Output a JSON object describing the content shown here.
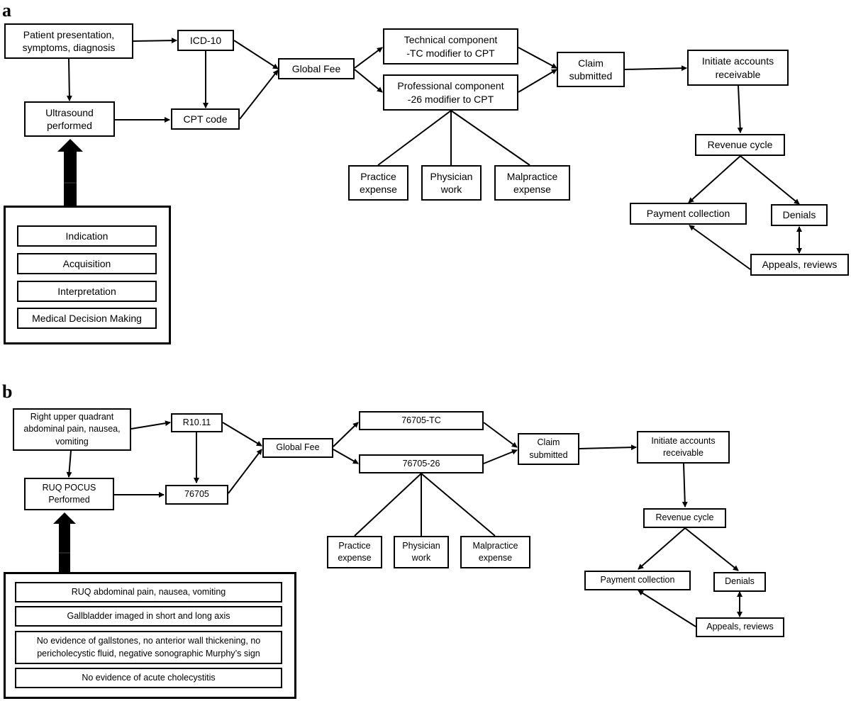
{
  "panel_a": {
    "label": "a",
    "nodes": {
      "patient": "Patient presentation,\nsymptoms, diagnosis",
      "icd": "ICD-10",
      "global_fee": "Global Fee",
      "technical": "Technical component\n-TC modifier to CPT",
      "professional": "Professional component\n-26 modifier to CPT",
      "claim": "Claim\nsubmitted",
      "accounts": "Initiate accounts\nreceivable",
      "ultrasound": "Ultrasound\nperformed",
      "cpt": "CPT code",
      "practice": "Practice\nexpense",
      "physician": "Physician\nwork",
      "malpractice": "Malpractice\nexpense",
      "revenue": "Revenue cycle",
      "payment": "Payment collection",
      "denials": "Denials",
      "appeals": "Appeals, reviews"
    },
    "documentation": [
      "Indication",
      "Acquisition",
      "Interpretation",
      "Medical Decision Making"
    ]
  },
  "panel_b": {
    "label": "b",
    "nodes": {
      "patient": "Right upper quadrant\nabdominal pain, nausea,\nvomiting",
      "icd": "R10.11",
      "global_fee": "Global Fee",
      "technical": "76705-TC",
      "professional": "76705-26",
      "claim": "Claim\nsubmitted",
      "accounts": "Initiate accounts\nreceivable",
      "ultrasound": "RUQ POCUS\nPerformed",
      "cpt": "76705",
      "practice": "Practice\nexpense",
      "physician": "Physician\nwork",
      "malpractice": "Malpractice\nexpense",
      "revenue": "Revenue cycle",
      "payment": "Payment collection",
      "denials": "Denials",
      "appeals": "Appeals, reviews"
    },
    "documentation": [
      "RUQ abdominal pain, nausea, vomiting",
      "Gallbladder imaged in short and long axis",
      "No evidence of gallstones, no anterior wall thickening, no\npericholecystic fluid, negative sonographic Murphy’s sign",
      "No evidence of acute cholecystitis"
    ]
  },
  "colors": {
    "line": "#000000",
    "box_fill": "#ffffff",
    "text": "#000000"
  }
}
